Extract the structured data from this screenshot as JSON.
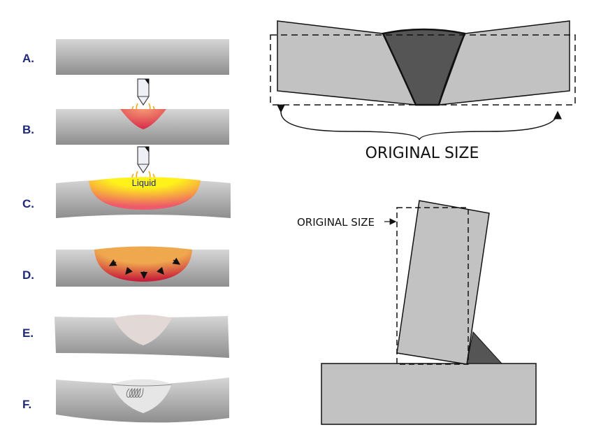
{
  "steps": [
    {
      "label": "A."
    },
    {
      "label": "B."
    },
    {
      "label": "C.",
      "annotation": "Liquid"
    },
    {
      "label": "D."
    },
    {
      "label": "E."
    },
    {
      "label": "F."
    }
  ],
  "butt_joint": {
    "caption": "ORIGINAL SIZE"
  },
  "t_joint": {
    "caption": "ORIGINAL SIZE"
  },
  "colors": {
    "label": "#1f2a7a",
    "metal_light": "#d0d0d0",
    "metal_dark": "#8e8e8e",
    "weld_dark": "#555555",
    "plate": "#c2c2c2"
  }
}
